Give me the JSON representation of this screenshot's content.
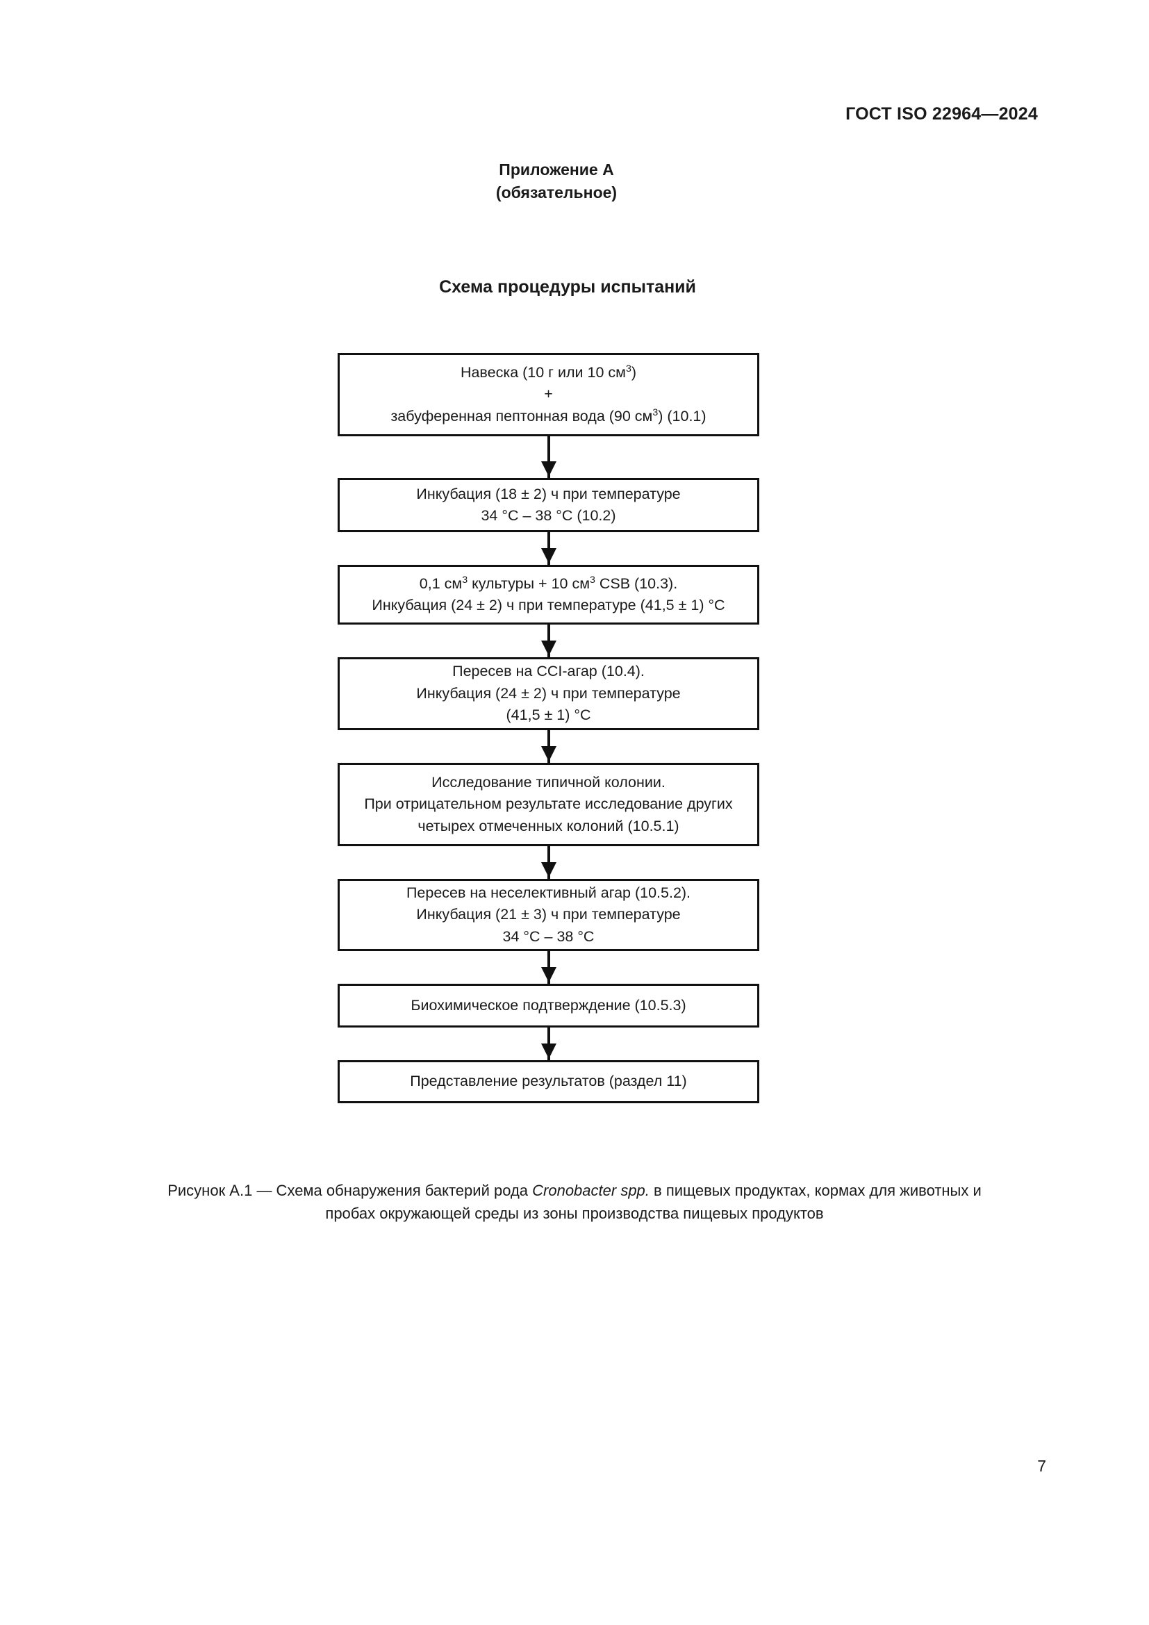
{
  "header": {
    "standard_number": "ГОСТ ISO 22964—2024"
  },
  "annex": {
    "title": "Приложение А",
    "status": "(обязательное)"
  },
  "scheme": {
    "title": "Схема процедуры испытаний"
  },
  "flowchart": {
    "type": "flowchart",
    "orientation": "vertical",
    "connector": "arrow-down",
    "steps": [
      {
        "id": "step-1",
        "ref": "10.1",
        "lines": [
          {
            "prefix": "Навеска (10 г или 10 см",
            "sup": "3",
            "suffix": ")"
          },
          {
            "prefix": "+",
            "sup": "",
            "suffix": ""
          },
          {
            "prefix": "забуференная пептонная вода (90 см",
            "sup": "3",
            "suffix": ") (10.1)"
          }
        ]
      },
      {
        "id": "step-2",
        "ref": "10.2",
        "lines": [
          {
            "prefix": "Инкубация (18 ± 2) ч при температуре",
            "sup": "",
            "suffix": ""
          },
          {
            "prefix": "34 °C – 38 °C (10.2)",
            "sup": "",
            "suffix": ""
          }
        ]
      },
      {
        "id": "step-3",
        "ref": "10.3",
        "lines": [
          {
            "prefix": "0,1 см",
            "sup": "3",
            "suffix": " культуры + 10 см"
          },
          {
            "prefix": "Инкубация (24 ± 2) ч при температуре (41,5 ± 1) °C",
            "sup": "",
            "suffix": ""
          }
        ],
        "line1_tail": {
          "sup": "3",
          "text": " CSB (10.3)."
        }
      },
      {
        "id": "step-4",
        "ref": "10.4",
        "lines": [
          {
            "prefix": "Пересев на CCI-агар (10.4).",
            "sup": "",
            "suffix": ""
          },
          {
            "prefix": "Инкубация (24 ± 2) ч при температуре",
            "sup": "",
            "suffix": ""
          },
          {
            "prefix": "(41,5 ± 1) °C",
            "sup": "",
            "suffix": ""
          }
        ]
      },
      {
        "id": "step-5",
        "ref": "10.5.1",
        "lines": [
          {
            "prefix": "Исследование типичной колонии.",
            "sup": "",
            "suffix": ""
          },
          {
            "prefix": "При отрицательном результате исследование других",
            "sup": "",
            "suffix": ""
          },
          {
            "prefix": "четырех отмеченных колоний (10.5.1)",
            "sup": "",
            "suffix": ""
          }
        ]
      },
      {
        "id": "step-6",
        "ref": "10.5.2",
        "lines": [
          {
            "prefix": "Пересев на неселективный агар (10.5.2).",
            "sup": "",
            "suffix": ""
          },
          {
            "prefix": "Инкубация (21 ± 3) ч при температуре",
            "sup": "",
            "suffix": ""
          },
          {
            "prefix": "34 °C – 38 °C",
            "sup": "",
            "suffix": ""
          }
        ]
      },
      {
        "id": "step-7",
        "ref": "10.5.3",
        "lines": [
          {
            "prefix": "Биохимическое подтверждение (10.5.3)",
            "sup": "",
            "suffix": ""
          }
        ]
      },
      {
        "id": "step-8",
        "ref": "11",
        "lines": [
          {
            "prefix": "Представление результатов (раздел 11)",
            "sup": "",
            "suffix": ""
          }
        ]
      }
    ]
  },
  "figure": {
    "label": "Рисунок А.1 — Схема обнаружения бактерий рода ",
    "species_italic": "Cronobacter spp.",
    "caption_tail": " в пищевых продуктах, кормах для животных и",
    "caption_line2": "пробах окружающей среды из зоны производства пищевых продуктов"
  },
  "folio": {
    "page_number": "7"
  },
  "colors": {
    "text": "#1a1a1a",
    "rule": "#111111",
    "background": "#ffffff"
  }
}
